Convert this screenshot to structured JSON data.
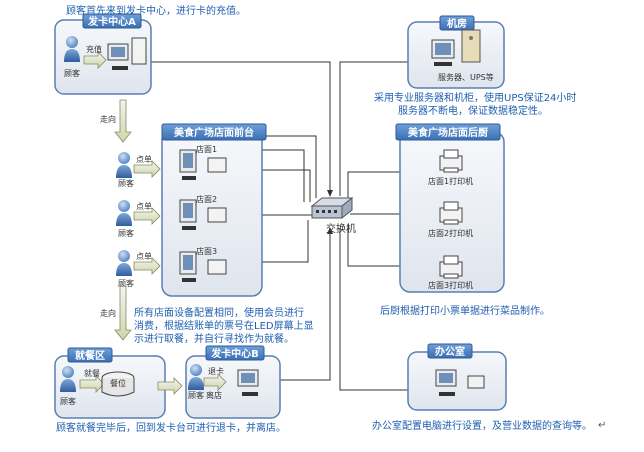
{
  "captions": {
    "top": "顾客首先来到发卡中心，进行卡的充值。",
    "server_desc_1": "采用专业服务器和机柜，使用UPS保证24小时",
    "server_desc_2": "服务器不断电，保证数据稳定性。",
    "middle_1": "所有店面设备配置相同，使用会员进行",
    "middle_2": "消费，根据结账单的票号在LED屏幕上显",
    "middle_3": "示进行取餐，并自行寻找作为就餐。",
    "kitchen_desc": "后厨根据打印小票单据进行菜品制作。",
    "office_desc": "办公室配置电脑进行设置，及营业数据的查询等。",
    "bottom": "顾客就餐完毕后，回到发卡台可进行退卡，并离店。"
  },
  "panels": {
    "card_center_a": "发卡中心A",
    "machine_room": "机房",
    "front_desk": "美食广场店面前台",
    "back_kitchen": "美食广场店面后厨",
    "dining_area": "就餐区",
    "card_center_b": "发卡中心B",
    "office": "办公室"
  },
  "labels": {
    "recharge": "充值",
    "customer": "顾客",
    "walk": "走向",
    "order": "点单",
    "store1": "店面1",
    "store2": "店面2",
    "store3": "店面3",
    "server_ups": "服务器、UPS等",
    "switch": "交换机",
    "printer1": "店面1打印机",
    "printer2": "店面2打印机",
    "printer3": "店面3打印机",
    "dine": "就餐",
    "dining_table": "餐位",
    "return_card": "退卡",
    "leave": "离店"
  },
  "marks": {
    "return_symbol": "↵"
  }
}
